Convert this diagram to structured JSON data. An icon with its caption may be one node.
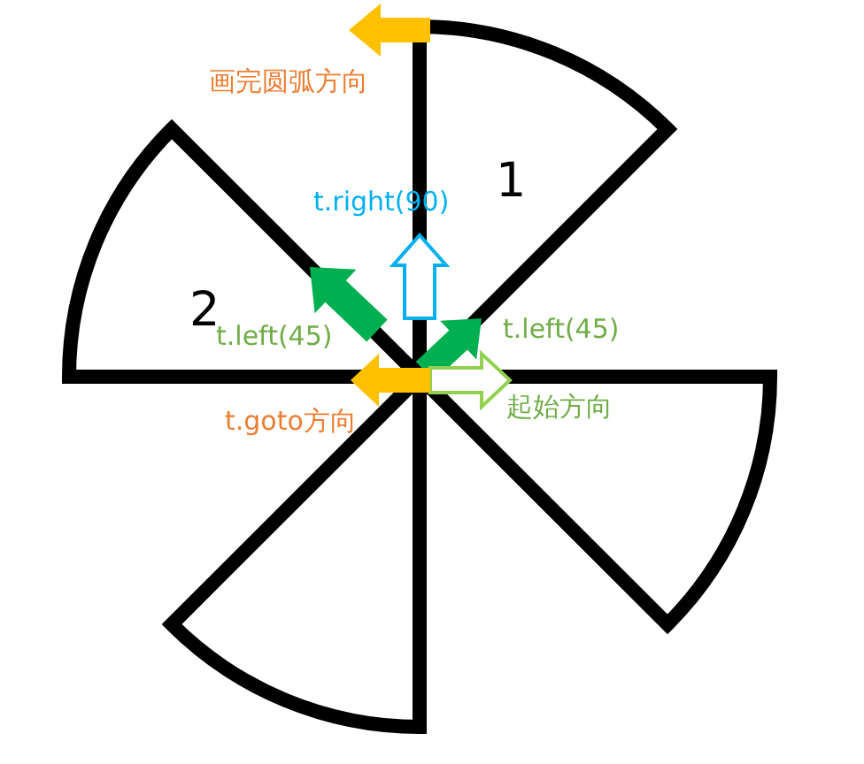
{
  "diagram": {
    "labels": [
      "画完圆弧方向",
      "1",
      "t.right(90)",
      "2",
      "t.left(45)",
      "t.left(45)",
      "t.goto方向",
      "起始方向"
    ]
  }
}
